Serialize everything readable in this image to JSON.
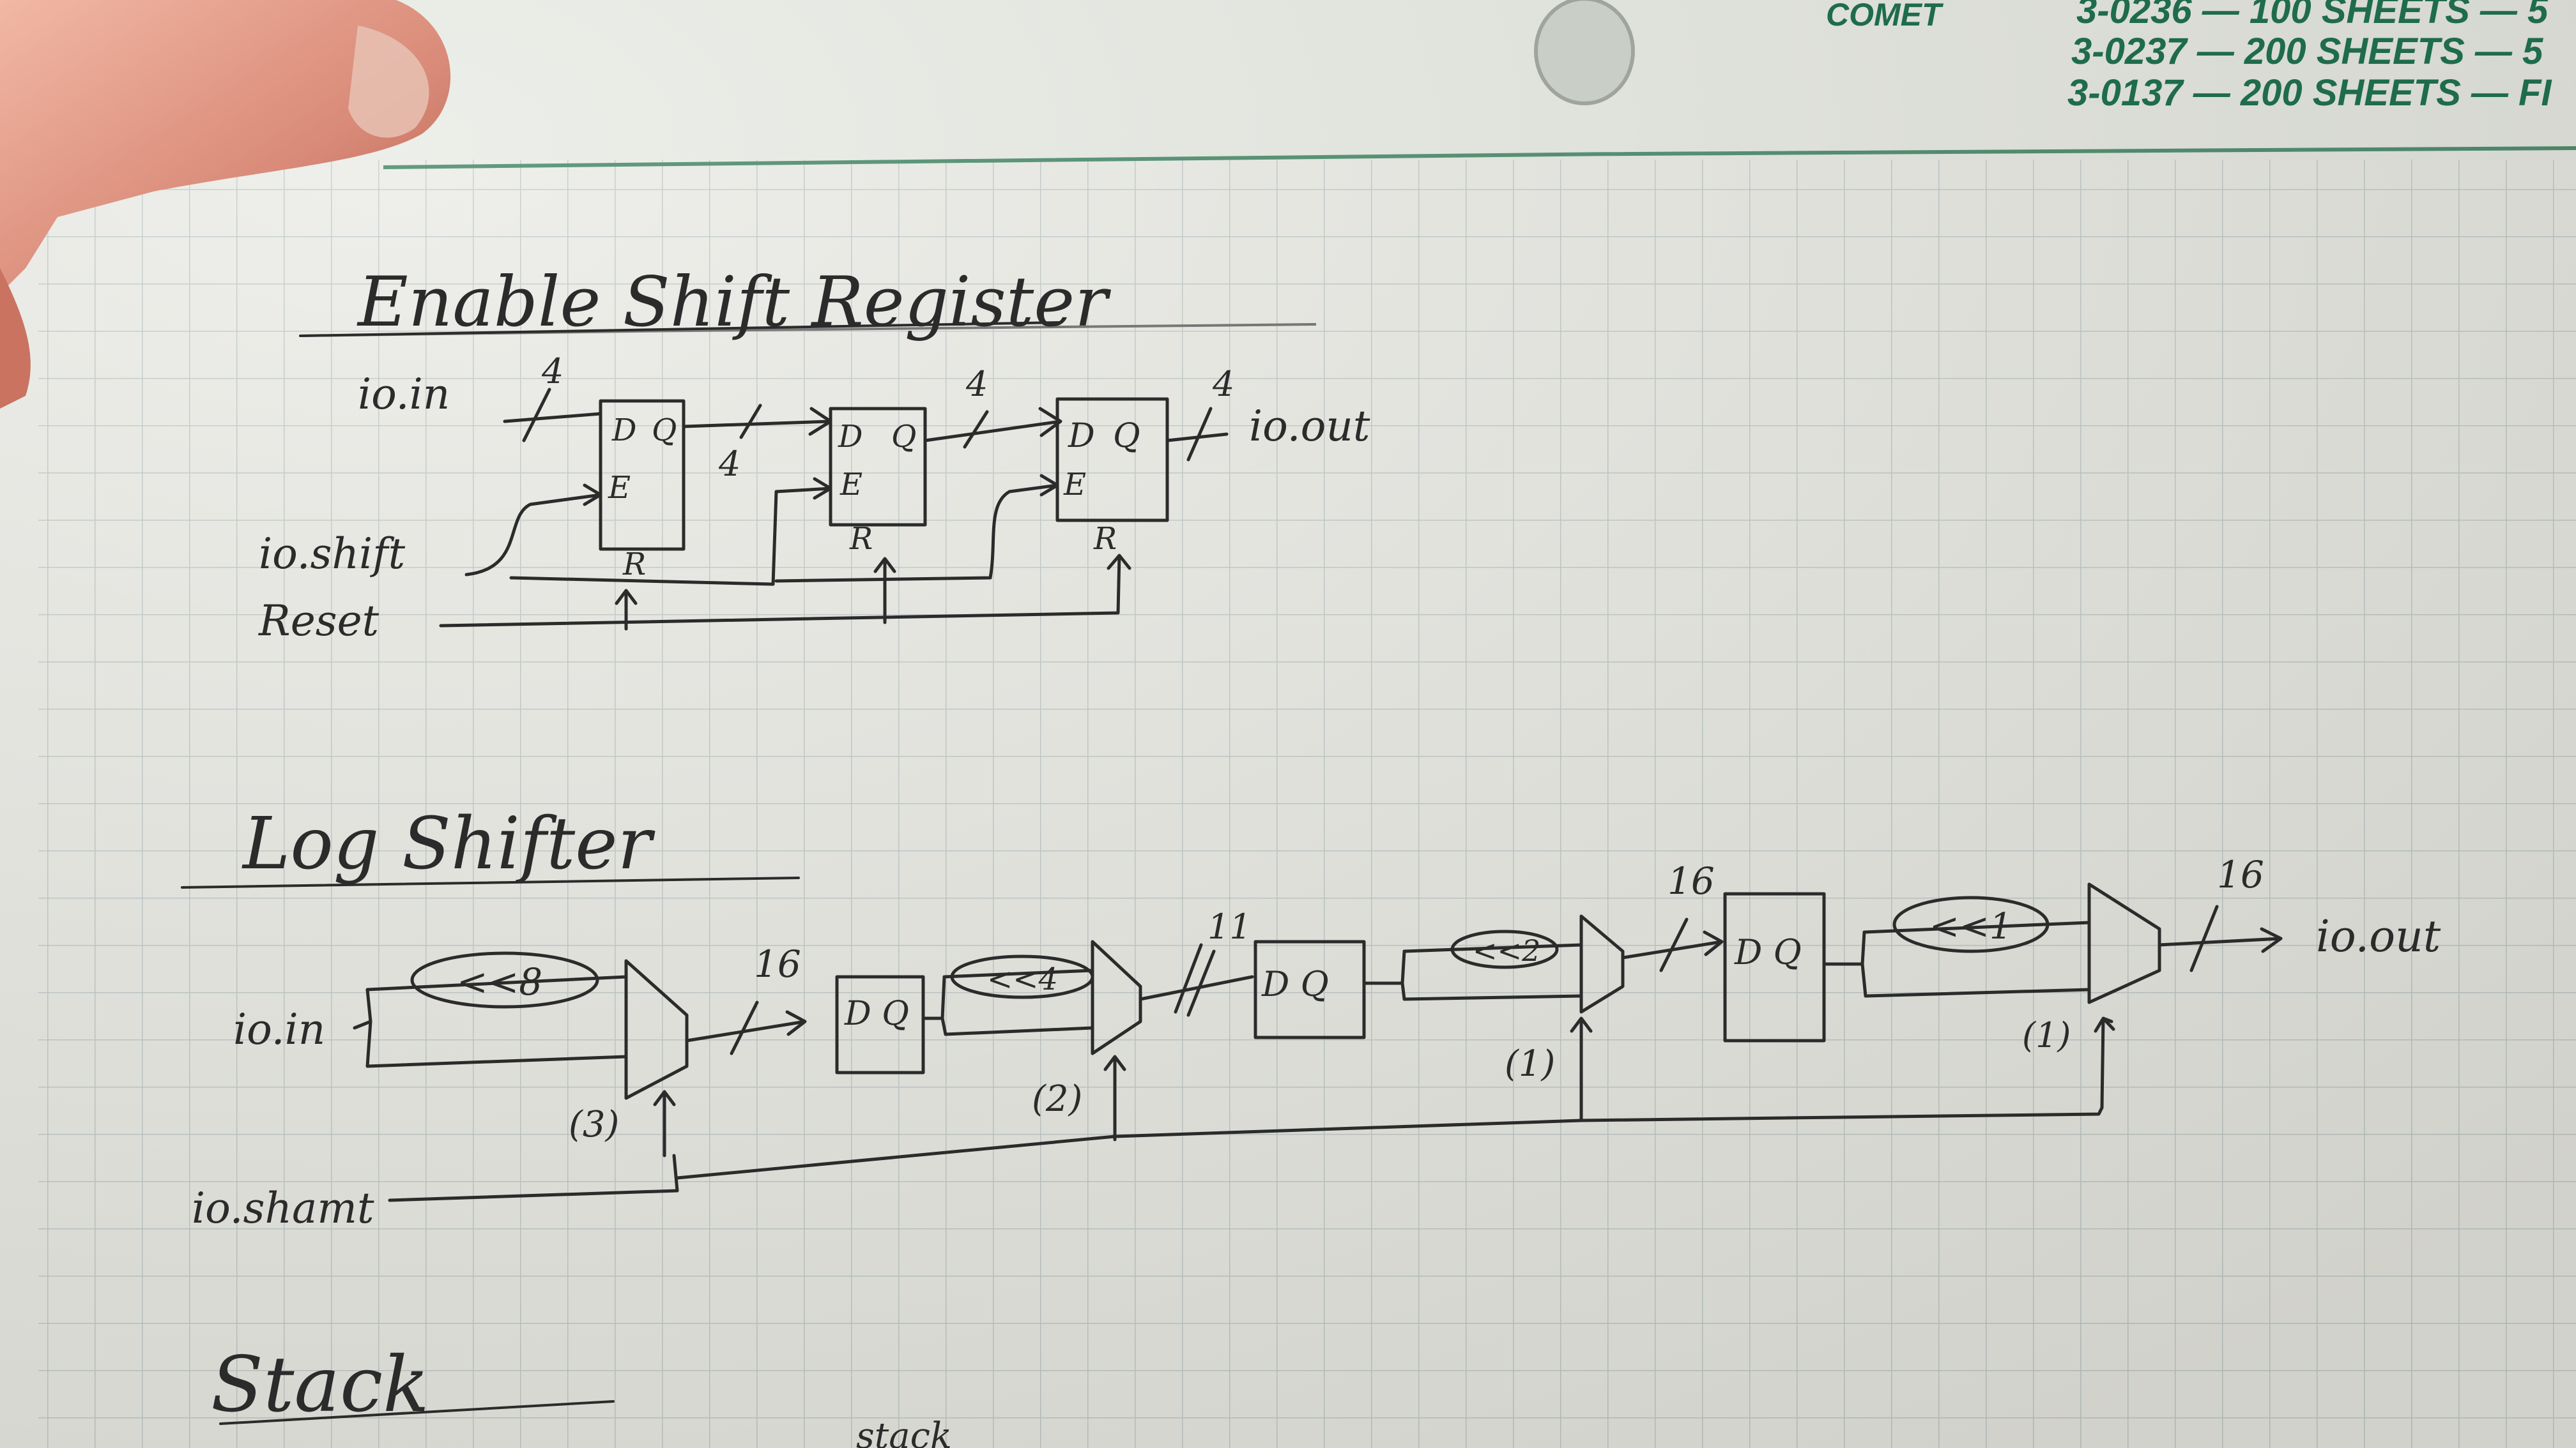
{
  "header": {
    "brand": "COMET",
    "lines": [
      "3-0236 — 100 SHEETS — 5",
      "3-0237 — 200 SHEETS — 5",
      "3-0137 — 200 SHEETS — FI"
    ],
    "color": "#1f6b4e"
  },
  "paper": {
    "color": "#e9eae4",
    "grid_color": "#b9c4c4"
  },
  "ink_color": "#2b2b2b",
  "enable_shift_register": {
    "title": "Enable Shift Register",
    "input": "io.in",
    "output": "io.out",
    "shift": "io.shift",
    "reset": "Reset",
    "widths": [
      "4",
      "4",
      "4",
      "4"
    ],
    "flop_d": "D",
    "flop_q": "Q",
    "flop_e": "E",
    "flop_r": "R"
  },
  "log_shifter": {
    "title": "Log Shifter",
    "input": "io.in",
    "output": "io.out",
    "shamt": "io.shamt",
    "shift_ovals": [
      "<<8",
      "<<4",
      "<<2",
      "<<1"
    ],
    "select_bits": [
      "(3)",
      "(2)",
      "(1)",
      "(1)"
    ],
    "widths": [
      "16",
      "11",
      "16",
      "16"
    ],
    "flop_label": "D Q"
  },
  "stack": {
    "title": "Stack",
    "small": "stack"
  }
}
